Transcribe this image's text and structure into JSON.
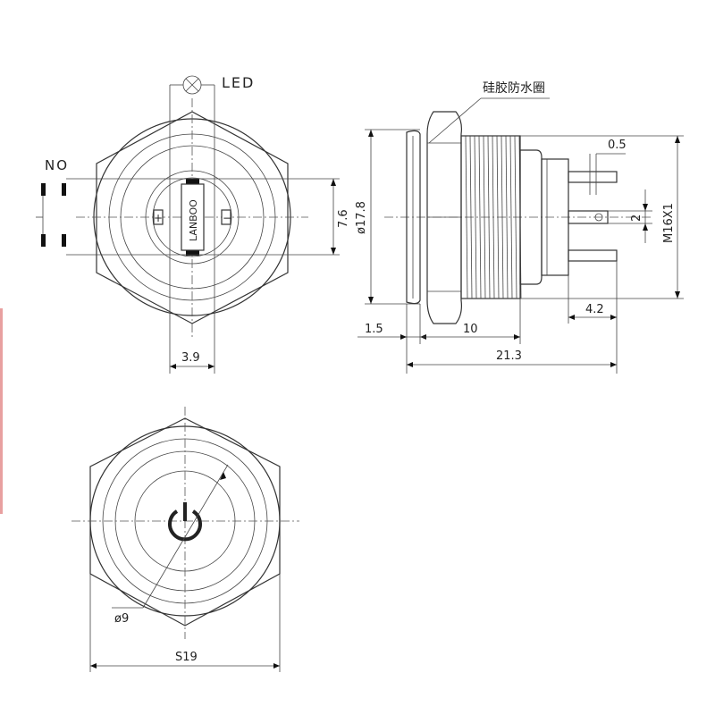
{
  "labels": {
    "led": "LED",
    "no": "NO",
    "brand": "LANBOO",
    "seal": "硅胶防水圈",
    "plus": "+",
    "minus": "−"
  },
  "dimensions": {
    "d_7_6": "7.6",
    "d_3_9": "3.9",
    "d_phi17_8": "ø17.8",
    "d_0_5": "0.5",
    "d_2": "2",
    "d_m16": "M16X1",
    "d_4_2": "4.2",
    "d_1_5": "1.5",
    "d_10": "10",
    "d_21_3": "21.3",
    "d_phi9": "ø9",
    "d_s19": "S19"
  },
  "colors": {
    "line": "#333333",
    "edge_accent": "#e8a0a0"
  }
}
